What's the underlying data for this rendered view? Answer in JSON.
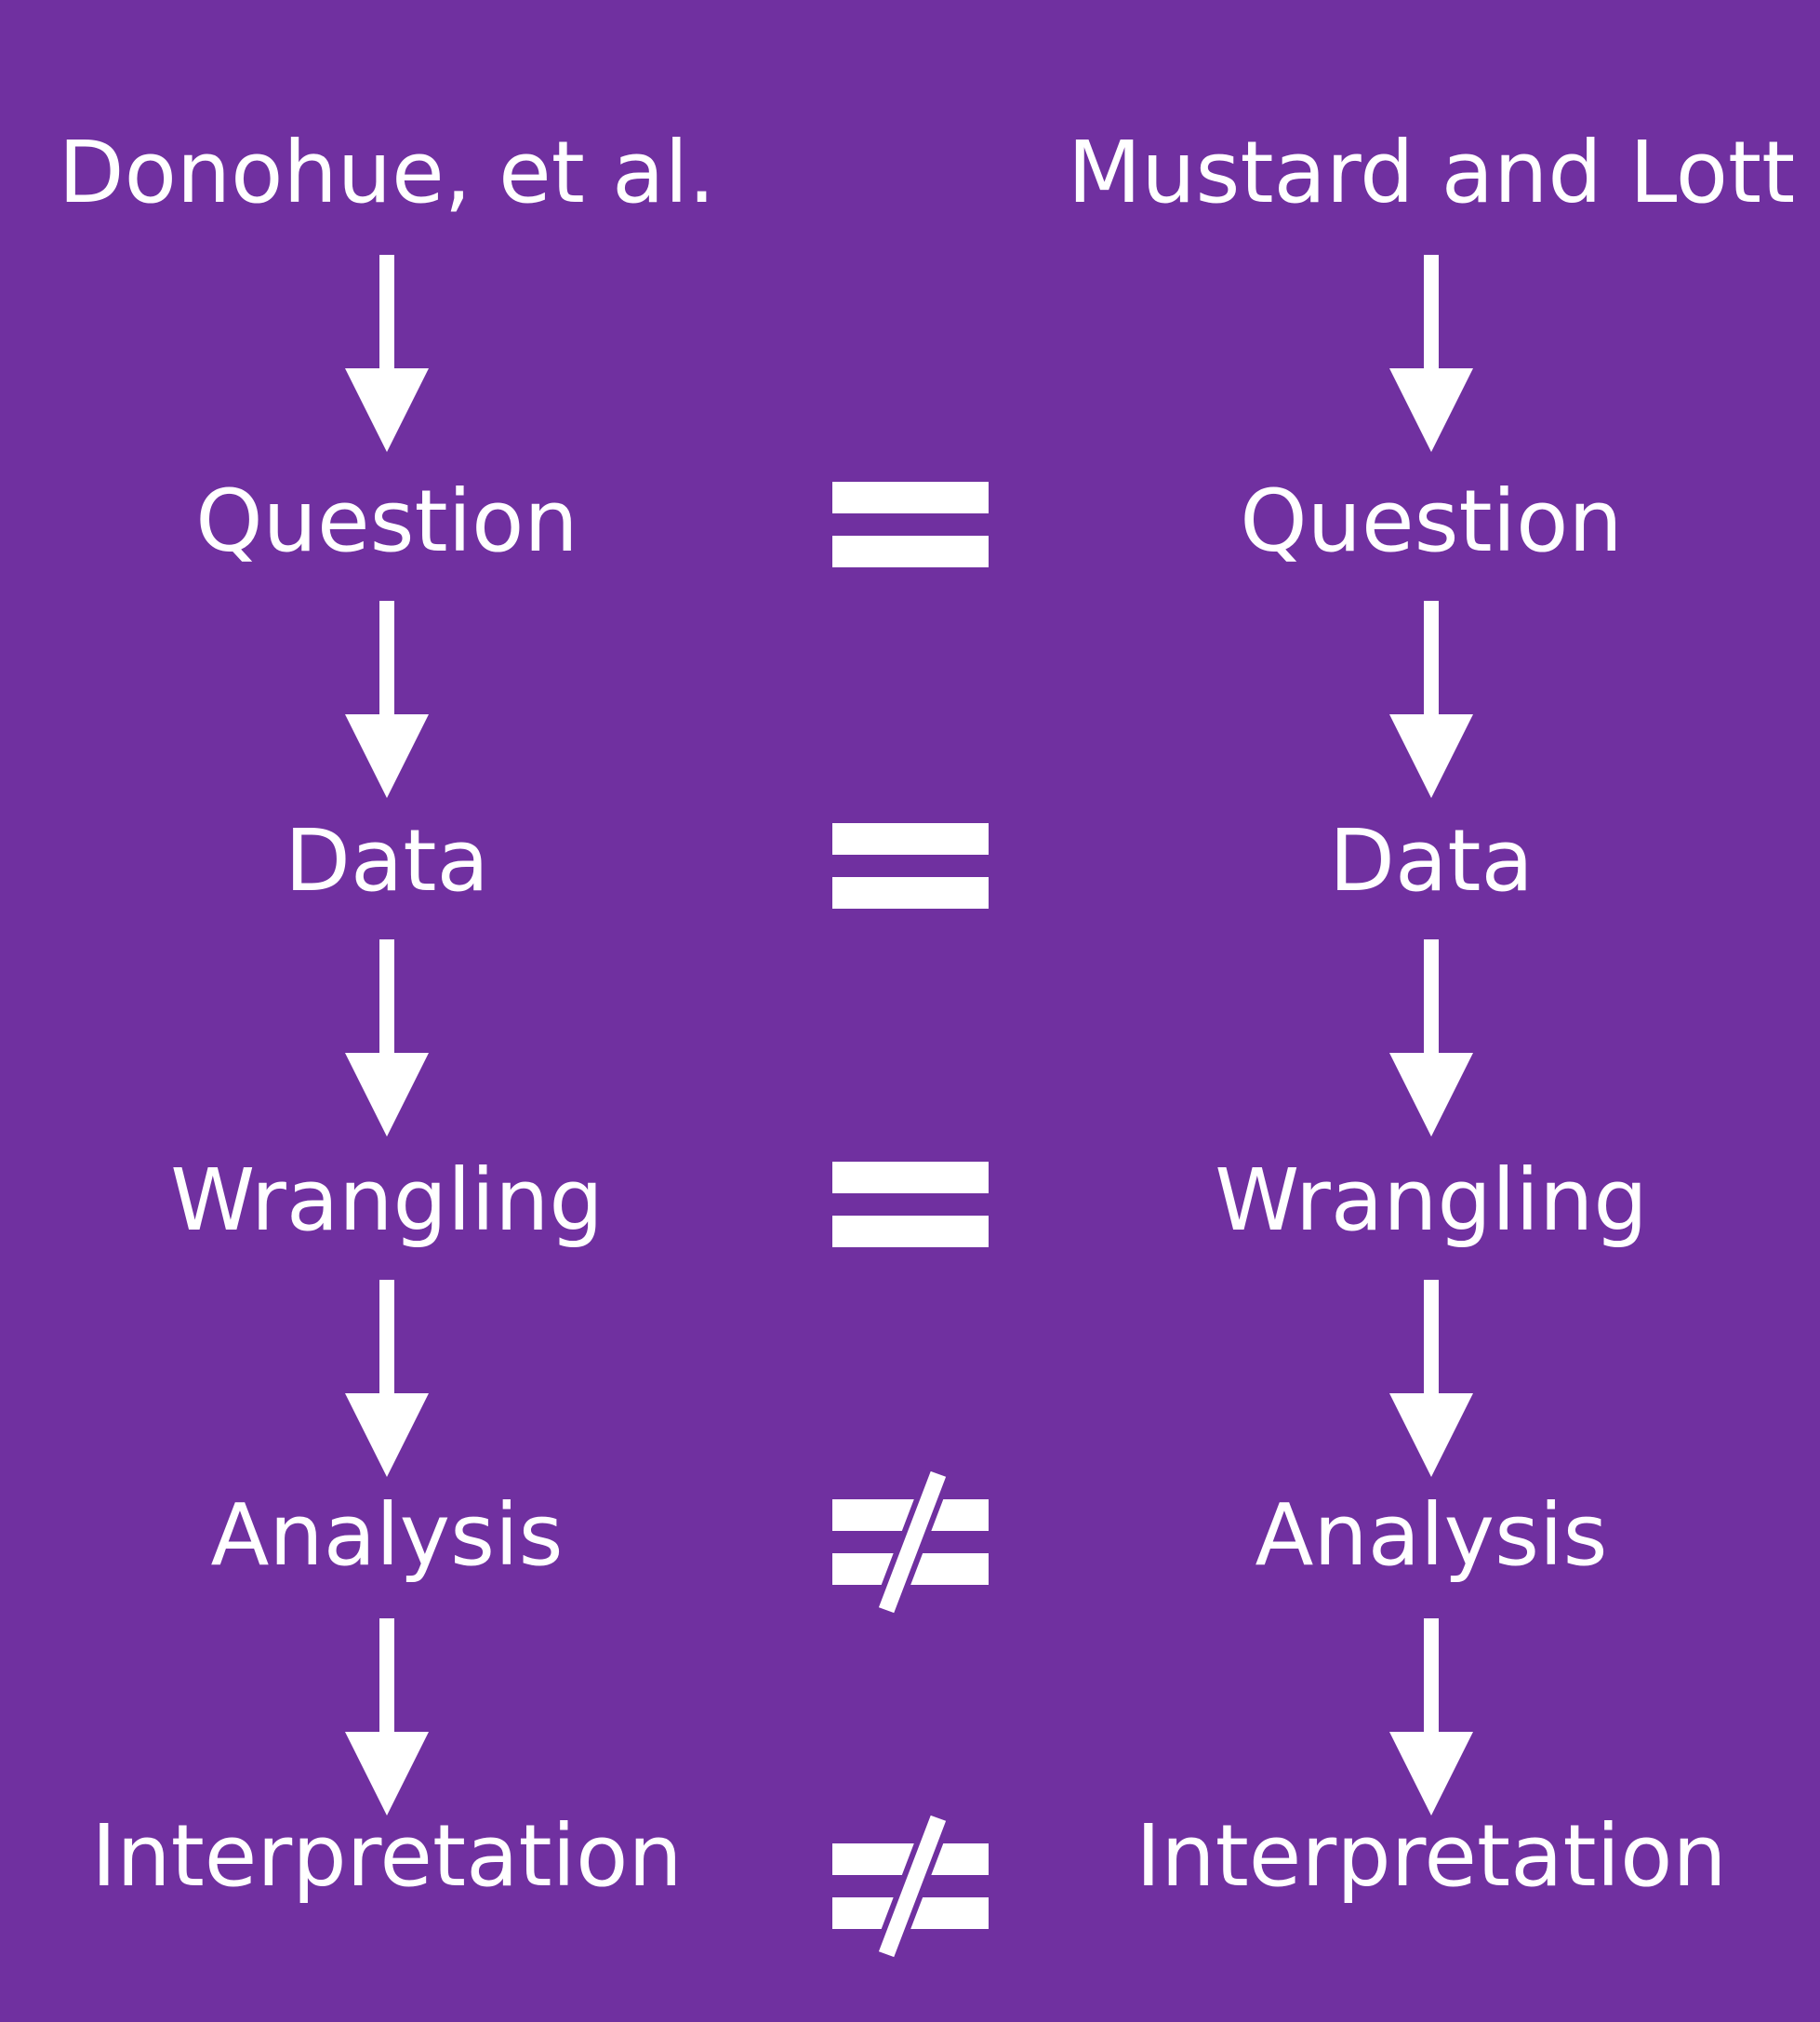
{
  "colors": {
    "background": "#7030a0",
    "foreground": "#ffffff"
  },
  "columns": {
    "left": {
      "title": "Donohue, et al.",
      "stages": [
        "Question",
        "Data",
        "Wrangling",
        "Analysis",
        "Interpretation"
      ]
    },
    "right": {
      "title": "Mustard and Lott",
      "stages": [
        "Question",
        "Data",
        "Wrangling",
        "Analysis",
        "Interpretation"
      ]
    }
  },
  "comparisons": [
    {
      "stage": "Question",
      "symbol": "equal-icon"
    },
    {
      "stage": "Data",
      "symbol": "equal-icon"
    },
    {
      "stage": "Wrangling",
      "symbol": "equal-icon"
    },
    {
      "stage": "Analysis",
      "symbol": "not-equal-icon"
    },
    {
      "stage": "Interpretation",
      "symbol": "not-equal-icon"
    }
  ]
}
